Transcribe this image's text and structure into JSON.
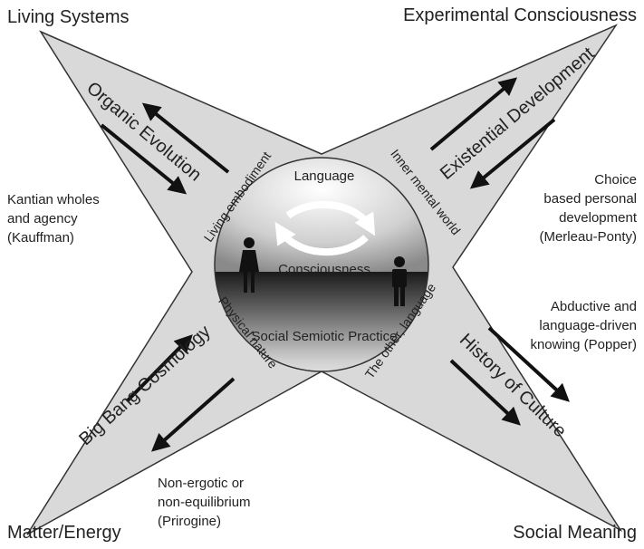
{
  "corners": {
    "top_left": "Living Systems",
    "top_right": "Experimental Consciousness",
    "bottom_left": "Matter/Energy",
    "bottom_right": "Social Meaning"
  },
  "arms": {
    "top_left": "Organic Evolution",
    "top_right": "Existential Development",
    "bottom_left": "Big Bang Cosmology",
    "bottom_right": "History of Culture"
  },
  "inner_labels": {
    "top_left": "Living embodiment",
    "top_right": "Inner mental world",
    "bottom_left": "Physical nature",
    "bottom_right": "The other, language"
  },
  "center": {
    "top": "Language",
    "middle": "Consciousness",
    "bottom": "Social Semiotic Practice"
  },
  "notes": {
    "left": [
      "Kantian wholes",
      "and agency",
      "(Kauffman)"
    ],
    "right_upper": [
      "Choice",
      "based personal",
      "development",
      "(Merleau-Ponty)"
    ],
    "right_lower": [
      "Abductive and",
      "language-driven",
      "knowing (Popper)"
    ],
    "bottom": [
      "Non-ergotic or",
      "non-equilibrium",
      "(Prirogine)"
    ]
  },
  "colors": {
    "star_fill": "#d9d9d9",
    "outline": "#333333",
    "ink": "#222222"
  }
}
